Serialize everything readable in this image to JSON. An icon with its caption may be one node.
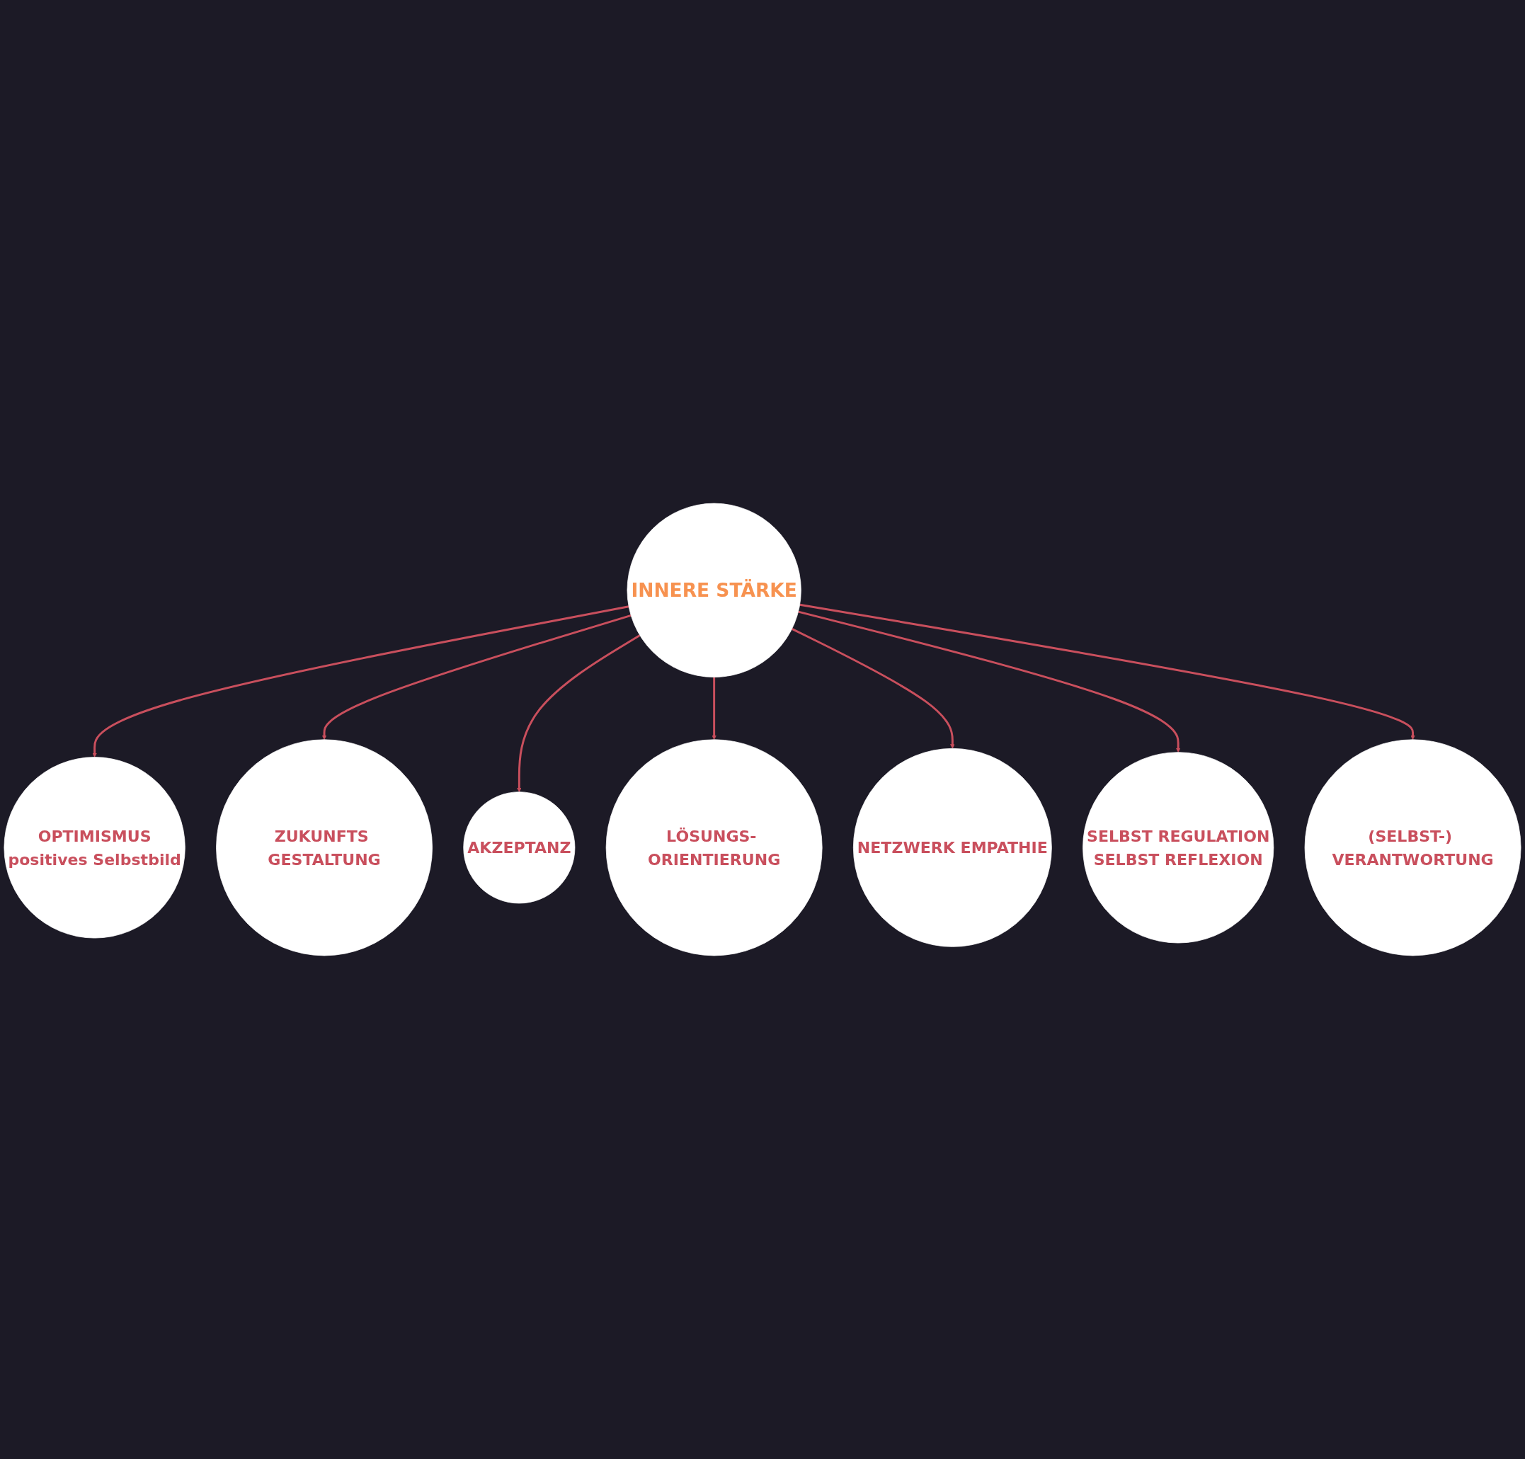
{
  "diagram": {
    "nodes": [
      {
        "text": [
          "OPTIMISMUS",
          "positives Selbstbild"
        ]
      },
      {
        "text": [
          "ZUKUNFTS GESTALTUNG"
        ]
      },
      {
        "text": [
          "AKZEPTANZ"
        ]
      },
      {
        "text": [
          "INNERE STÄRKE"
        ]
      },
      {
        "text": [
          "LÖSUNGS- ORIENTIERUNG"
        ]
      },
      {
        "text": [
          "NETZWERK EMPATHIE"
        ]
      },
      {
        "text": [
          "SELBST REGULATION",
          "SELBST REFLEXION"
        ]
      },
      {
        "text": [
          "(SELBST-) VERANTWORTUNG"
        ]
      }
    ],
    "edges": [
      {
        "from": 3,
        "to": 0,
        "arrow": "to"
      },
      {
        "from": 3,
        "to": 1,
        "arrow": "to"
      },
      {
        "from": 3,
        "to": 2,
        "arrow": "to"
      },
      {
        "from": 3,
        "to": 4,
        "arrow": "to"
      },
      {
        "from": 3,
        "to": 5,
        "arrow": "to"
      },
      {
        "from": 3,
        "to": 6,
        "arrow": "to"
      },
      {
        "from": 3,
        "to": 7,
        "arrow": "to"
      }
    ]
  }
}
